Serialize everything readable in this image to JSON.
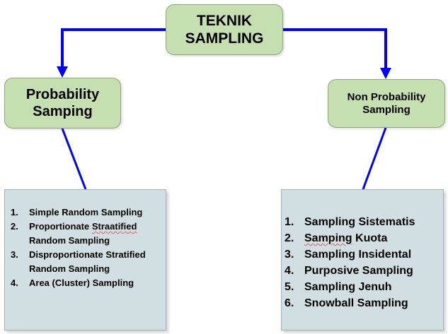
{
  "root": {
    "label_line1": "TEKNIK",
    "label_line2": "SAMPLING"
  },
  "left_branch": {
    "label_line1": "Probability",
    "label_line2": "Samping",
    "items": [
      {
        "num": "1.",
        "text": "Simple Random Sampling"
      },
      {
        "num": "2.",
        "text_pre": "Proportionate ",
        "text_flag": "Straatified",
        "text_post": " Random Sampling"
      },
      {
        "num": "3.",
        "text": "Disproportionate Stratified Random Sampling"
      },
      {
        "num": "4.",
        "text": "Area (Cluster) Sampling"
      }
    ]
  },
  "right_branch": {
    "label_line1": "Non Probability",
    "label_line2": "Sampling",
    "items": [
      {
        "num": "1.",
        "text": "Sampling Sistematis"
      },
      {
        "num": "2.",
        "text_flag": "Samping",
        "text_post": " Kuota"
      },
      {
        "num": "3.",
        "text": "Sampling Insidental"
      },
      {
        "num": "4.",
        "text": "Purposive Sampling"
      },
      {
        "num": "5.",
        "text": "Sampling Jenuh"
      },
      {
        "num": "6.",
        "text": "Snowball Sampling"
      }
    ]
  },
  "colors": {
    "node_fill": "#c6dfb0",
    "list_fill": "#d1dfe3",
    "connector": "#0000ff",
    "spellcheck_underline": "#e06060"
  }
}
